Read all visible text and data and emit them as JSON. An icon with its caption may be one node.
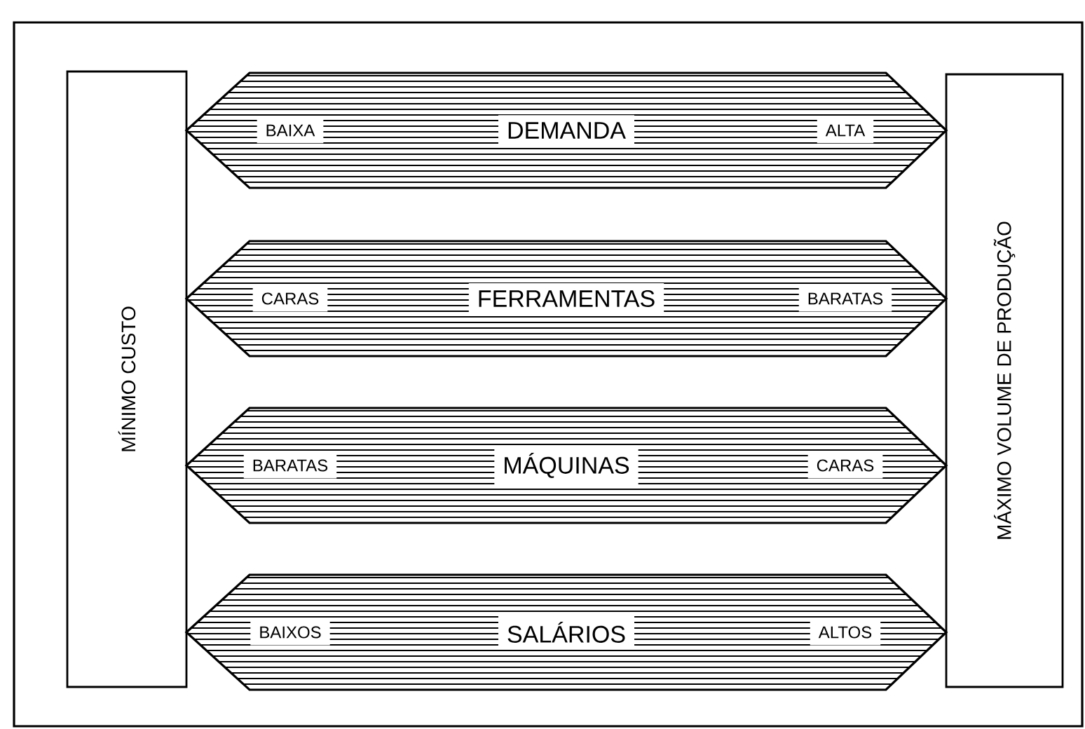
{
  "diagram": {
    "nodes": [
      {
        "text": [
          "MÍNIMO CUSTO"
        ]
      },
      {
        "text": [
          "MÁXIMO VOLUME DE PRODUÇÃO"
        ]
      },
      {
        "text": [
          "BAIXA",
          "DEMANDA",
          "ALTA"
        ]
      },
      {
        "text": [
          "CARAS",
          "FERRAMENTAS",
          "BARATAS"
        ]
      },
      {
        "text": [
          "BARATAS",
          "MÁQUINAS",
          "CARAS"
        ]
      },
      {
        "text": [
          "BAIXOS",
          "SALÁRIOS",
          "ALTOS"
        ]
      }
    ]
  }
}
